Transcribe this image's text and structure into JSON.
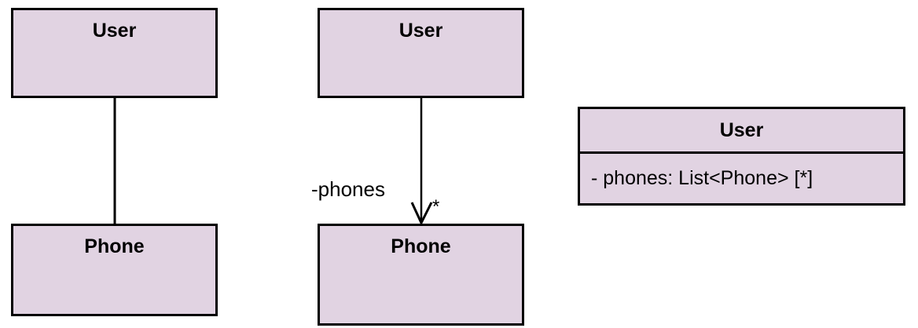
{
  "diagram": {
    "type": "uml-class-diagram",
    "background_color": "#ffffff",
    "box_fill_color": "#e1d3e2",
    "box_border_color": "#000000",
    "text_color": "#000000",
    "variants": [
      {
        "id": "plain-association",
        "classes": [
          {
            "name": "User",
            "role": "source"
          },
          {
            "name": "Phone",
            "role": "target"
          }
        ],
        "connector": {
          "style": "plain-line",
          "label": "",
          "multiplicity": ""
        }
      },
      {
        "id": "navigable-association",
        "classes": [
          {
            "name": "User",
            "role": "source"
          },
          {
            "name": "Phone",
            "role": "target"
          }
        ],
        "connector": {
          "style": "open-arrow",
          "label": "-phones",
          "multiplicity": "*"
        }
      },
      {
        "id": "attribute-notation",
        "classes": [
          {
            "name": "User",
            "role": "source",
            "attributes": [
              "- phones: List<Phone> [*]"
            ]
          }
        ],
        "connector": {
          "style": "none",
          "label": "",
          "multiplicity": ""
        }
      }
    ]
  },
  "boxes": {
    "col1_user": {
      "label": "User"
    },
    "col1_phone": {
      "label": "Phone"
    },
    "col2_user": {
      "label": "User"
    },
    "col2_phone": {
      "label": "Phone"
    },
    "col3_user": {
      "label": "User",
      "attribute": "- phones: List<Phone> [*]"
    }
  },
  "edges": {
    "col2": {
      "label": "-phones",
      "multiplicity": "*"
    }
  }
}
